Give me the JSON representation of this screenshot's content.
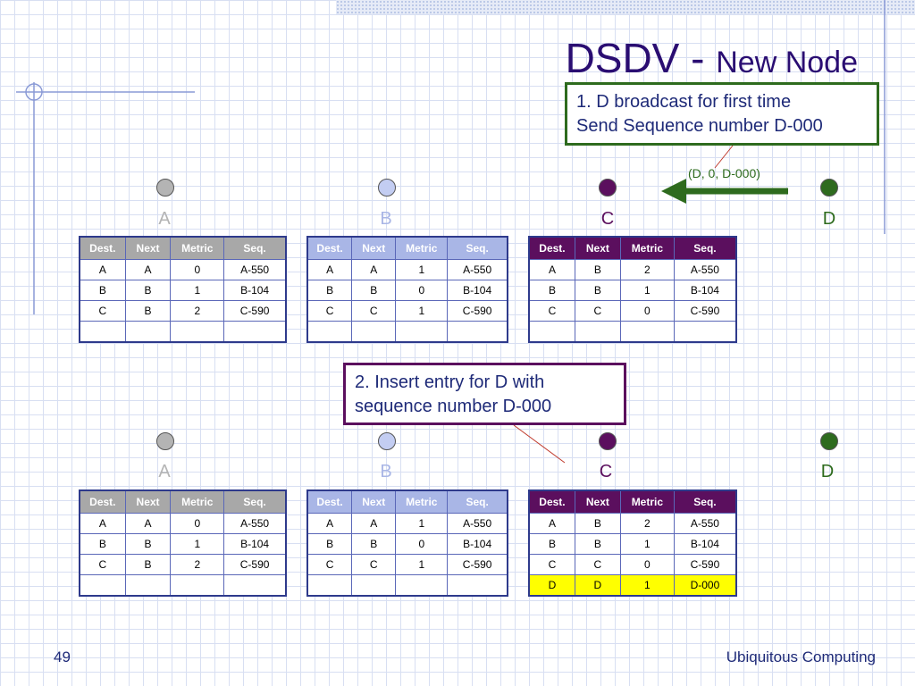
{
  "slide": {
    "title_main": "DSDV - ",
    "title_sub": "New Node",
    "page_number": "49",
    "footer": "Ubiquitous Computing"
  },
  "callouts": [
    {
      "lines": [
        "1. D broadcast for first time",
        "Send Sequence number D-000"
      ],
      "border_color": "#2e6b1e"
    },
    {
      "lines": [
        "2. Insert entry for D with",
        "sequence number D-000"
      ],
      "border_color": "#5b0f5e"
    }
  ],
  "broadcast_label": "(D, 0, D-000)",
  "colors": {
    "node_a": "#b4b4b4",
    "node_b": "#c3cdf2",
    "node_c": "#5b0f5e",
    "node_d": "#2e6b1e",
    "arrow": "#2e6b1e",
    "highlight": "#ffff00"
  },
  "columns": [
    "Dest.",
    "Next",
    "Metric",
    "Seq."
  ],
  "top_row": {
    "nodes": [
      {
        "label": "A",
        "color": "#b4b4b4",
        "label_color": "#b4b4b4",
        "table": [
          [
            "A",
            "A",
            "0",
            "A-550"
          ],
          [
            "B",
            "B",
            "1",
            "B-104"
          ],
          [
            "C",
            "B",
            "2",
            "C-590"
          ],
          [
            "",
            "",
            "",
            ""
          ]
        ]
      },
      {
        "label": "B",
        "color": "#c3cdf2",
        "label_color": "#a9b6e6",
        "table": [
          [
            "A",
            "A",
            "1",
            "A-550"
          ],
          [
            "B",
            "B",
            "0",
            "B-104"
          ],
          [
            "C",
            "C",
            "1",
            "C-590"
          ],
          [
            "",
            "",
            "",
            ""
          ]
        ]
      },
      {
        "label": "C",
        "color": "#5b0f5e",
        "label_color": "#5b0f5e",
        "table": [
          [
            "A",
            "B",
            "2",
            "A-550"
          ],
          [
            "B",
            "B",
            "1",
            "B-104"
          ],
          [
            "C",
            "C",
            "0",
            "C-590"
          ],
          [
            "",
            "",
            "",
            ""
          ]
        ]
      },
      {
        "label": "D",
        "color": "#2e6b1e",
        "label_color": "#2e6b1e"
      }
    ]
  },
  "bottom_row": {
    "nodes": [
      {
        "label": "A",
        "color": "#b4b4b4",
        "label_color": "#b4b4b4",
        "table": [
          [
            "A",
            "A",
            "0",
            "A-550"
          ],
          [
            "B",
            "B",
            "1",
            "B-104"
          ],
          [
            "C",
            "B",
            "2",
            "C-590"
          ],
          [
            "",
            "",
            "",
            ""
          ]
        ]
      },
      {
        "label": "B",
        "color": "#c3cdf2",
        "label_color": "#a9b6e6",
        "table": [
          [
            "A",
            "A",
            "1",
            "A-550"
          ],
          [
            "B",
            "B",
            "0",
            "B-104"
          ],
          [
            "C",
            "C",
            "1",
            "C-590"
          ],
          [
            "",
            "",
            "",
            ""
          ]
        ]
      },
      {
        "label": "C",
        "color": "#5b0f5e",
        "label_color": "#5b0f5e",
        "table": [
          [
            "A",
            "B",
            "2",
            "A-550"
          ],
          [
            "B",
            "B",
            "1",
            "B-104"
          ],
          [
            "C",
            "C",
            "0",
            "C-590"
          ],
          [
            "D",
            "D",
            "1",
            "D-000"
          ]
        ],
        "highlight_row": 3
      },
      {
        "label": "D",
        "color": "#2e6b1e",
        "label_color": "#2e6b1e"
      }
    ]
  }
}
